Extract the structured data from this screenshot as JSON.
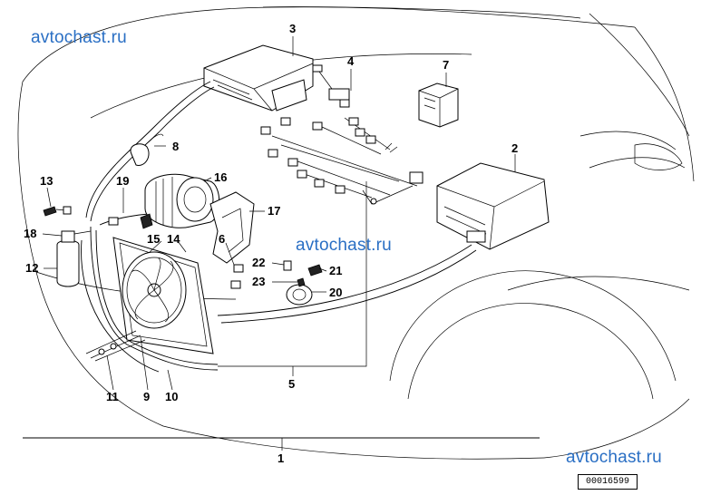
{
  "watermarks": [
    "avtochast.ru",
    "avtochast.ru",
    "avtochast.ru"
  ],
  "reference_code": "00016599",
  "callouts": {
    "c1": "1",
    "c2": "2",
    "c3": "3",
    "c4": "4",
    "c5": "5",
    "c6": "6",
    "c7": "7",
    "c8": "8",
    "c9": "9",
    "c10": "10",
    "c11": "11",
    "c12": "12",
    "c13": "13",
    "c14": "14",
    "c15": "15",
    "c16": "16",
    "c17": "17",
    "c18": "18",
    "c19": "19",
    "c20": "20",
    "c21": "21",
    "c22": "22",
    "c23": "23"
  }
}
